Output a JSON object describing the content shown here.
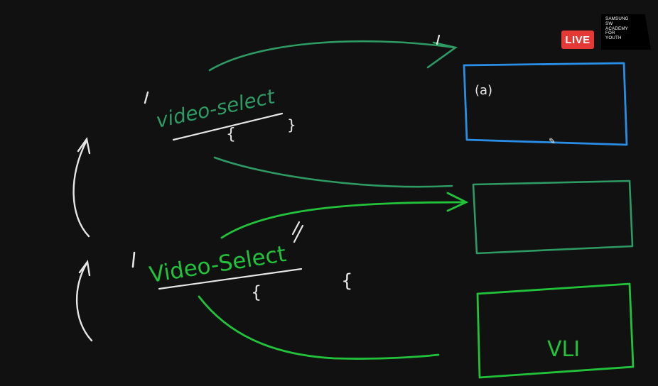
{
  "overlay": {
    "live_label": "LIVE",
    "logo_lines": [
      "SAMSUNG",
      "SW",
      "ACADEMY",
      "FOR",
      "YOUTH"
    ]
  },
  "sketch": {
    "label_top": "video-select",
    "label_bottom": "Video-Select",
    "box_top_mark": "(a)",
    "box_bottom_label": "VLI",
    "brace_open": "{",
    "brace_close": "}",
    "tick_mark": "'"
  },
  "colors": {
    "background": "#111111",
    "chalk_white": "#e6e6e6",
    "green_dark": "#2e9a64",
    "green_bright": "#22c33a",
    "blue_box": "#2a8ee6",
    "live_red": "#e53935"
  }
}
